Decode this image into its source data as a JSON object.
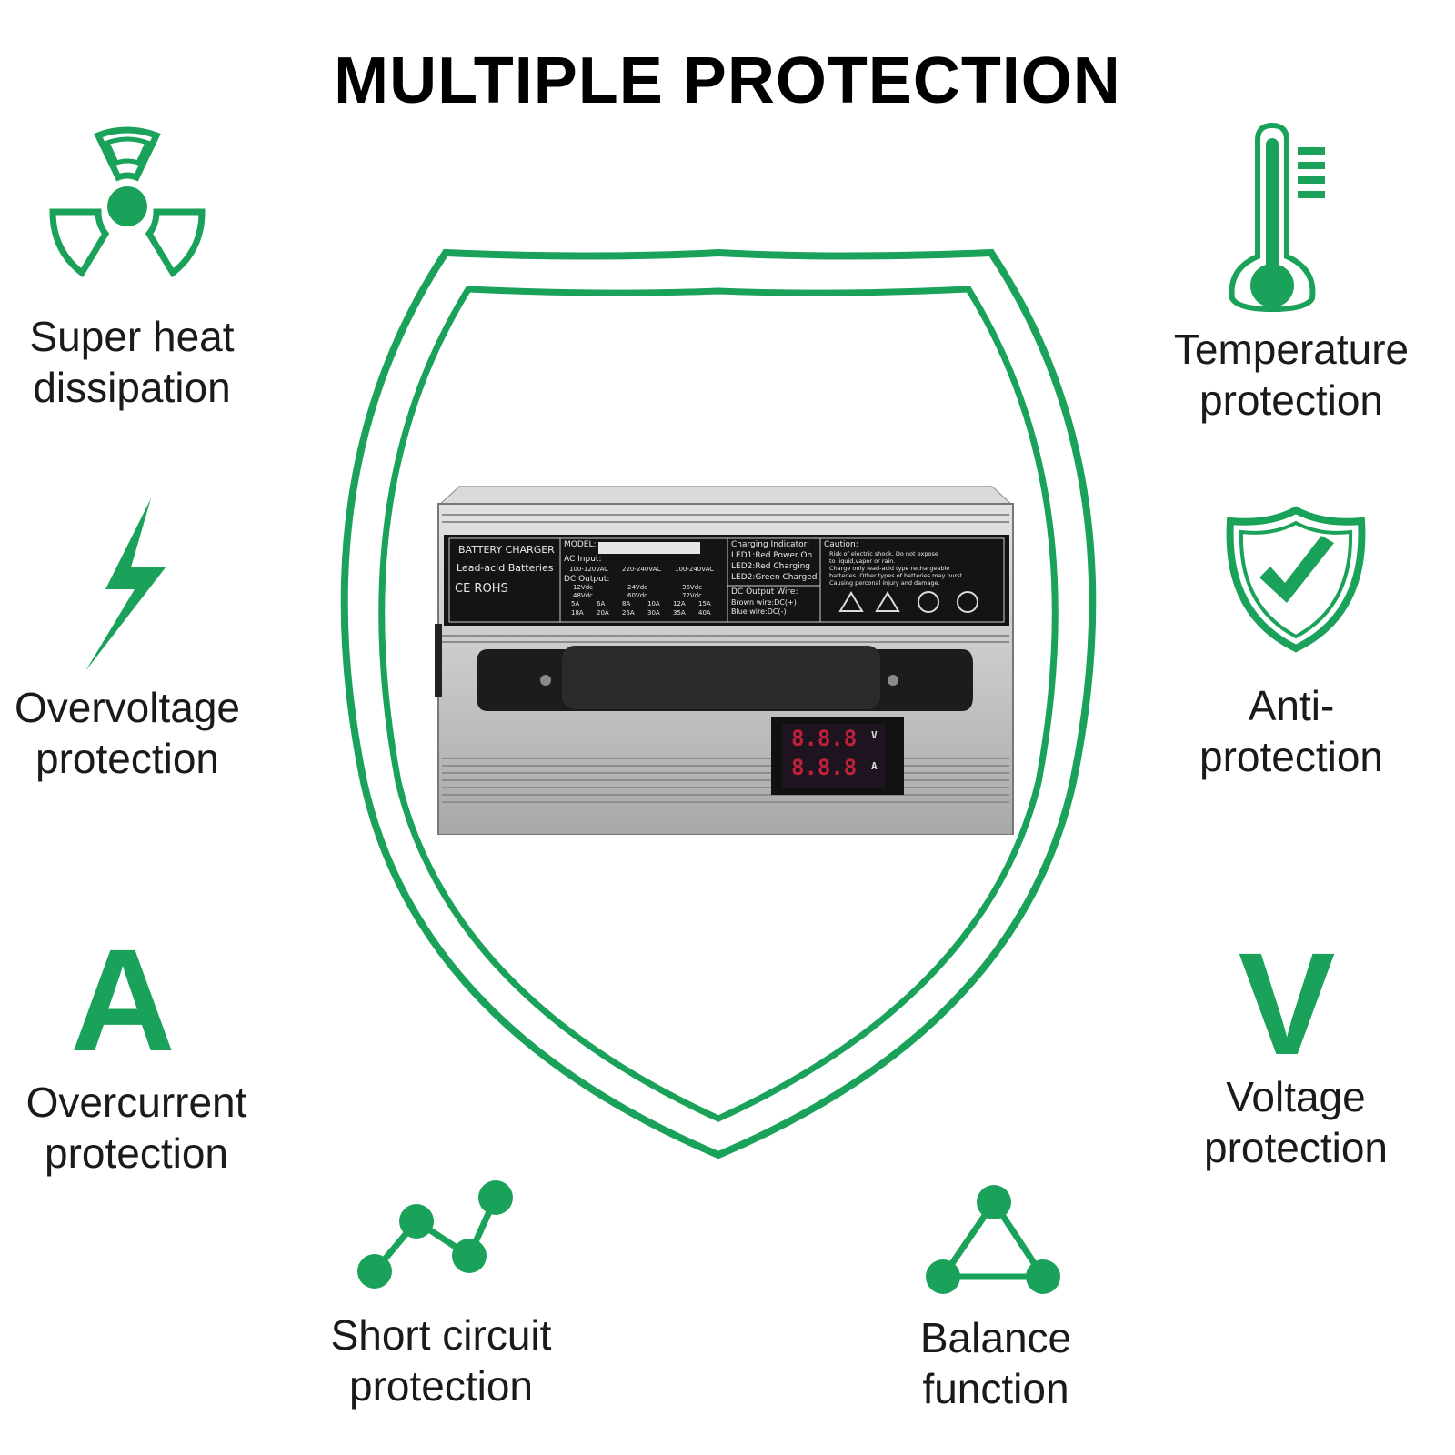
{
  "title": "MULTIPLE PROTECTION",
  "colors": {
    "accent": "#1aa25a",
    "text": "#1a1a1a"
  },
  "features": {
    "heat": {
      "line1": "Super heat",
      "line2": "dissipation",
      "icon": "radiation-icon"
    },
    "temperature": {
      "line1": "Temperature",
      "line2": "protection",
      "icon": "thermometer-icon"
    },
    "overvoltage": {
      "line1": "Overvoltage",
      "line2": "protection",
      "icon": "lightning-bolt-icon"
    },
    "anti": {
      "line1": "Anti-",
      "line2": "protection",
      "icon": "shield-check-icon"
    },
    "overcurrent": {
      "line1": "Overcurrent",
      "line2": "protection",
      "icon": "letter-a-icon",
      "glyph": "A"
    },
    "voltage": {
      "line1": "Voltage",
      "line2": "protection",
      "icon": "letter-v-icon",
      "glyph": "V"
    },
    "short_circuit": {
      "line1": "Short circuit",
      "line2": "protection",
      "icon": "zigzag-nodes-icon"
    },
    "balance": {
      "line1": "Balance",
      "line2": "function",
      "icon": "triangle-nodes-icon"
    }
  },
  "charger": {
    "brand1": "BATTERY CHARGER",
    "brand2": "Lead-acid Batteries",
    "certs": "CE  ROHS",
    "model": "MODEL:",
    "ac_input": "AC Input:",
    "ac_values": [
      "100-120VAC",
      "220-240VAC",
      "100-240VAC"
    ],
    "dc_output": "DC Output:",
    "dc_volts": [
      "12Vdc",
      "24Vdc",
      "36Vdc",
      "48Vdc",
      "60Vdc",
      "72Vdc"
    ],
    "dc_amps_1": [
      "5A",
      "6A",
      "8A",
      "10A",
      "12A",
      "15A"
    ],
    "dc_amps_2": [
      "18A",
      "20A",
      "25A",
      "30A",
      "35A",
      "40A"
    ],
    "indicator_title": "Charging Indicator:",
    "led1": "LED1:Red Power On",
    "led2a": "LED2:Red Charging",
    "led2b": "LED2:Green Charged",
    "wire_title": "DC Output Wire:",
    "wire_brown": "Brown wire:DC(+)",
    "wire_blue": "Blue wire:DC(-)",
    "caution_title": "Caution:",
    "caution_lines": [
      "Risk of electric shock. Do not expose",
      "to liquid,vapor or rain.",
      "Charge only lead-acid  type rechargeable",
      "batteries. Other types of batteries may burst",
      "Causing perconal injury and damage."
    ],
    "display_v": "8.8.8",
    "display_a": "8.8.8",
    "unit_v": "V",
    "unit_a": "A"
  }
}
